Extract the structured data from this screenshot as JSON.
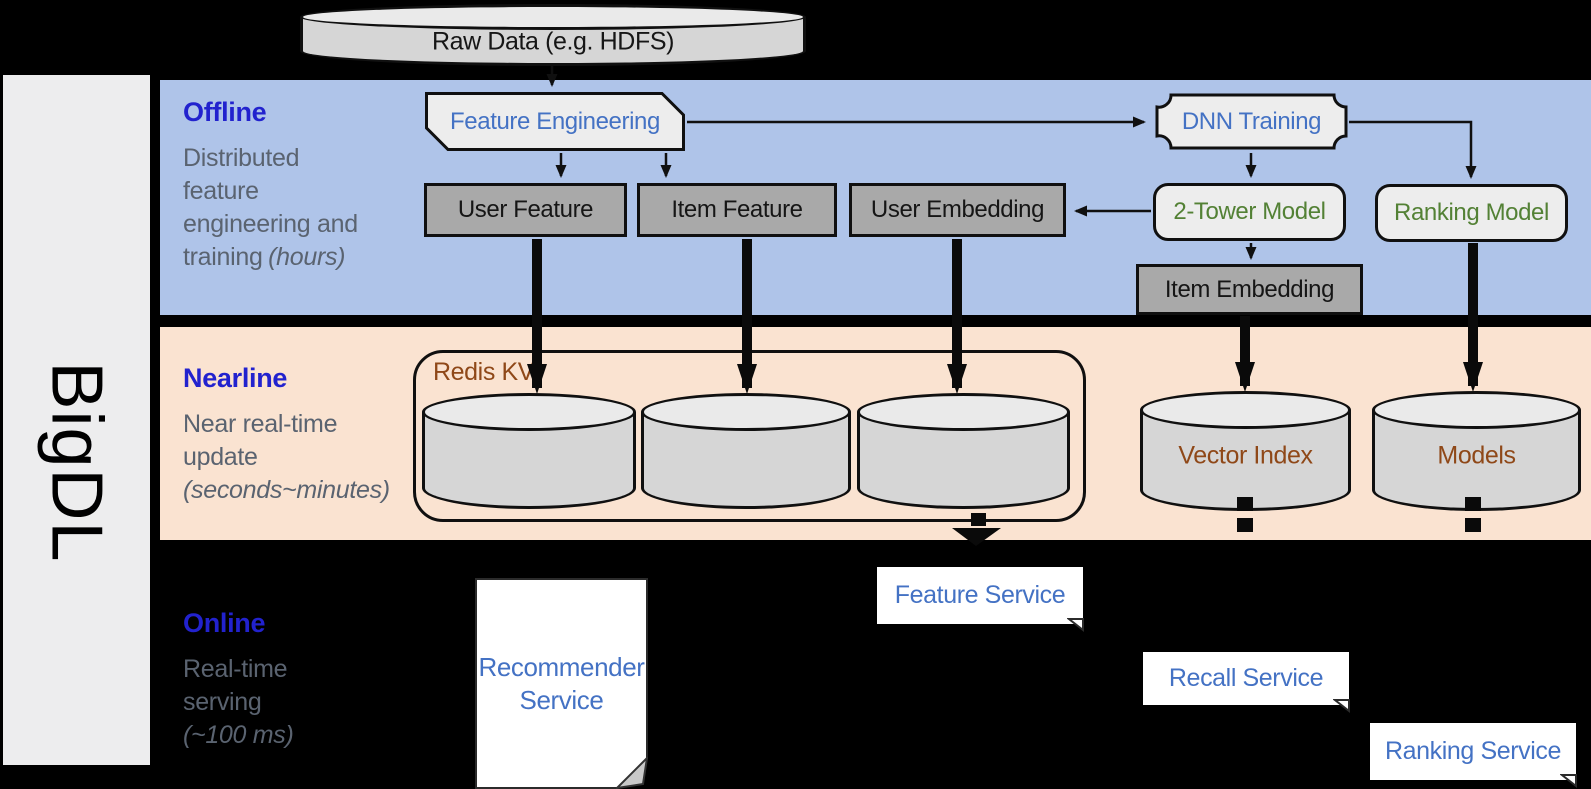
{
  "brand": {
    "name": "BigDL"
  },
  "raw_data": {
    "label": "Raw Data (e.g. HDFS)"
  },
  "sections": {
    "offline": {
      "title": "Offline",
      "desc_lines": [
        "Distributed",
        "feature",
        "engineering and"
      ],
      "desc_tail": "training",
      "desc_tail_em": "(hours)"
    },
    "nearline": {
      "title": "Nearline",
      "desc_lines": [
        "Near real-time",
        "update"
      ],
      "desc_em": "(seconds~minutes)"
    },
    "online": {
      "title": "Online",
      "desc_lines": [
        "Real-time",
        "serving"
      ],
      "desc_em": "(~100 ms)"
    }
  },
  "nodes": {
    "feature_engineering": "Feature Engineering",
    "dnn_training": "DNN Training",
    "user_feature": "User Feature",
    "item_feature": "Item Feature",
    "user_embedding": "User Embedding",
    "two_tower_model": "2-Tower Model",
    "ranking_model": "Ranking Model",
    "item_embedding": "Item Embedding",
    "redis_kv": "Redis KV",
    "vector_index": "Vector Index",
    "models": "Models",
    "feature_service": "Feature Service",
    "recall_service": "Recall Service",
    "ranking_service": "Ranking Service",
    "recommender_service": "Recommender Service"
  },
  "colors": {
    "offline_band": "#AFC4E9",
    "nearline_band": "#FAE3D1",
    "online_band": "#000000",
    "sidebar_fill": "#EDEDEE",
    "section_title_blue": "#2222CE",
    "desc_gray": "#5A6370",
    "node_text_blue": "#4472C4",
    "node_text_green": "#538135",
    "storage_text_brown": "#8F4818",
    "gray_node_fill": "#A9A9A9",
    "light_node_fill": "#EDEDED"
  }
}
